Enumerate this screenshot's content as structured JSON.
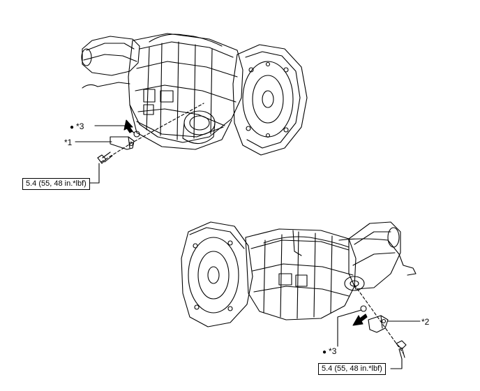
{
  "top_group": {
    "marker_label": "*3",
    "marker_symbol": "●",
    "part_label": "*1",
    "torque_spec": "5.4 (55, 48 in.*lbf)"
  },
  "bottom_group": {
    "marker_label": "*3",
    "marker_symbol": "●",
    "part_label": "*2",
    "torque_spec": "5.4 (55, 48 in.*lbf)"
  }
}
